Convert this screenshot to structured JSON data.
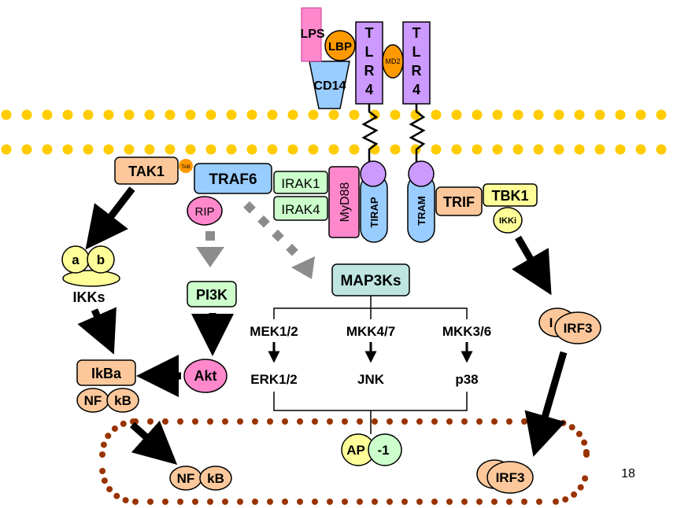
{
  "receptor": {
    "lps": "LPS",
    "lbp": "LBP",
    "cd14": "CD14",
    "md2": "MD2",
    "tlr4_left": [
      "T",
      "L",
      "R",
      "4"
    ],
    "tlr4_right": [
      "T",
      "L",
      "R",
      "4"
    ]
  },
  "adaptors": {
    "tirap": "TIRAP",
    "myd88": "MyD88",
    "tram": "TRAM",
    "trif": "TRIF",
    "tbk1": "TBK1",
    "ikki": "IKKi",
    "irak1": "IRAK1",
    "irak4": "IRAK4",
    "traf6": "TRAF6",
    "tak1": "TAK1",
    "tab": "TAB",
    "rip": "RIP"
  },
  "nfkb_branch": {
    "ikk_a": "a",
    "ikk_b": "b",
    "ikks": "IKKs",
    "ikba": "IkBa",
    "nf": "NF",
    "kb": "kB"
  },
  "pi3k_branch": {
    "pi3k": "PI3K",
    "akt": "Akt"
  },
  "mapk_branch": {
    "map3ks": "MAP3Ks",
    "mek12": "MEK1/2",
    "mkk47": "MKK4/7",
    "mkk36": "MKK3/6",
    "erk12": "ERK1/2",
    "jnk": "JNK",
    "p38": "p38",
    "ap": "AP",
    "ap1": "-1"
  },
  "irf_branch": {
    "irf3": "IRF3",
    "irf_back": "I"
  },
  "nucleus": {
    "nf": "NF",
    "kb": "kB",
    "irf3": "IRF3"
  },
  "slide_number": "18",
  "colors": {
    "membrane_dot": "#ffcc00",
    "nucleus_dot": "#993300",
    "tlr4": "#cc99ff",
    "lps": "#ff88cc",
    "lbp": "#ff9900",
    "cd14": "#99ccff",
    "peach": "#fcc89b",
    "light_green": "#ccffcc",
    "light_yellow": "#ffff99",
    "pink": "#ff88cc",
    "teal": "#bfe5e0",
    "blue": "#99ccff",
    "gray_arrow": "#8c8c8c"
  }
}
